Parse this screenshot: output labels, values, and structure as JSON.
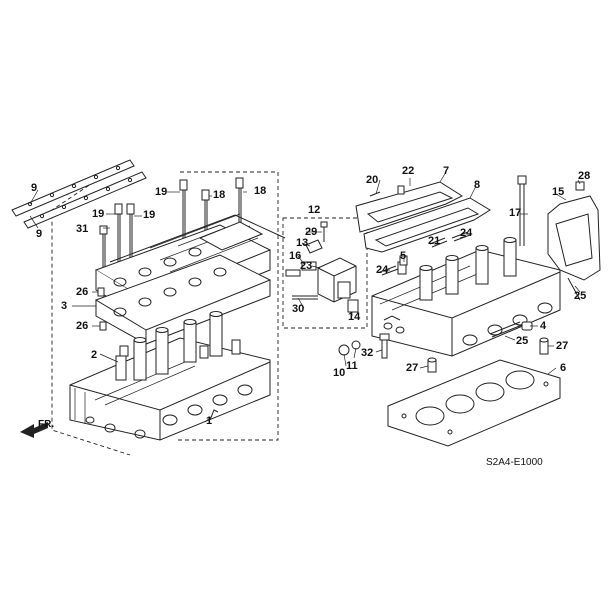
{
  "diagram": {
    "code": "S2A4-E1000",
    "direction_marker": "FR.",
    "part_numbers": {
      "p1": "1",
      "p2": "2",
      "p3": "3",
      "p4": "4",
      "p5": "5",
      "p6": "6",
      "p7": "7",
      "p8": "8",
      "p9a": "9",
      "p9b": "9",
      "p10": "10",
      "p11": "11",
      "p12": "12",
      "p13": "13",
      "p14": "14",
      "p15": "15",
      "p16": "16",
      "p17": "17",
      "p18a": "18",
      "p18b": "18",
      "p19a": "19",
      "p19b": "19",
      "p19c": "19",
      "p20": "20",
      "p21": "21",
      "p22": "22",
      "p23": "23",
      "p24a": "24",
      "p24b": "24",
      "p25a": "25",
      "p25b": "25",
      "p26a": "26",
      "p26b": "26",
      "p27a": "27",
      "p27b": "27",
      "p28": "28",
      "p29": "29",
      "p30": "30",
      "p31": "31",
      "p32": "32"
    }
  }
}
